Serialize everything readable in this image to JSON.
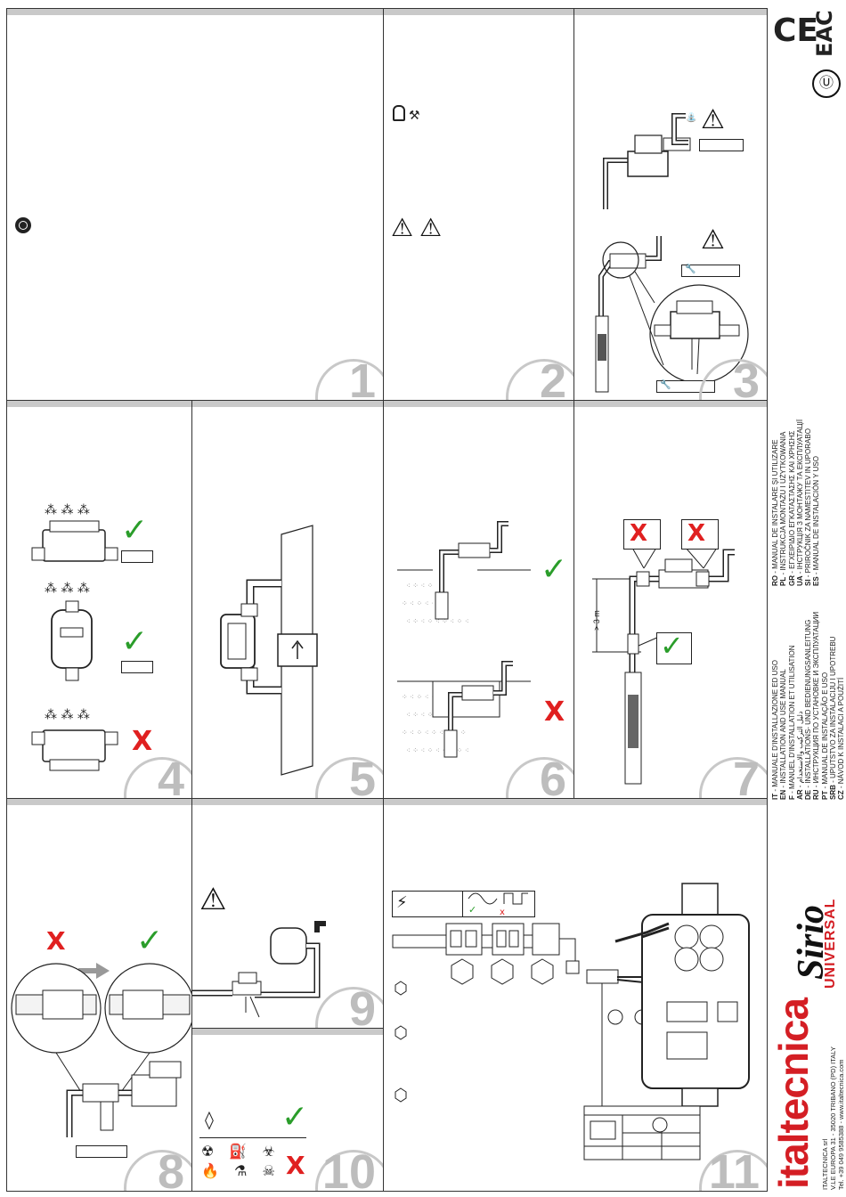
{
  "panels": {
    "p1": {
      "number": "1"
    },
    "p2": {
      "number": "2"
    },
    "p3": {
      "number": "3"
    },
    "p4": {
      "number": "4"
    },
    "p5": {
      "number": "5"
    },
    "p6": {
      "number": "6"
    },
    "p7": {
      "number": "7",
      "distance_label": "> 3 m"
    },
    "p8": {
      "number": "8"
    },
    "p9": {
      "number": "9"
    },
    "p10": {
      "number": "10"
    },
    "p11": {
      "number": "11"
    }
  },
  "symbols": {
    "check": "✓",
    "cross": "X",
    "warning": "⚠",
    "electric": "⚡",
    "drops": "⁂ ⁂ ⁂",
    "drop": "💧",
    "hazards_row1": "☢ ⛽ ☣",
    "hazards_row2": "🔥 ⚗ ☠"
  },
  "brand": {
    "logo": "italtecnica",
    "product": "Sirio",
    "subtitle": "UNIVERSAL",
    "company": "ITALTECNICA srl",
    "address": "V.LE EUROPA 31 - 35020 TRIBANO (PD) ITALY",
    "contact": "Tel. +39 049 9585388  -  www.italtecnica.com"
  },
  "certifications": {
    "ce": "CE",
    "eac": "EAC",
    "ukr": "Ⓤ"
  },
  "languages_col1": [
    {
      "code": "IT",
      "text": " - MANUALE D'INSTALLAZIONE ED USO"
    },
    {
      "code": "EN",
      "text": " - INSTALLATION AND USE MANUAL"
    },
    {
      "code": "F",
      "text": " - MANUEL D'INSTALLATION ET UTILISATION"
    },
    {
      "code": "AR",
      "text": " - دليل التركيب والاستخدام"
    },
    {
      "code": "DE",
      "text": " - INSTALLATIONS- UND BEDIENUNGSANLEITUNG"
    },
    {
      "code": "RU",
      "text": " - ИНСТРУКЦИЯ ПО УСТАНОВКЕ И ЭКСПЛУАТАЦИИ"
    },
    {
      "code": "PT",
      "text": " - MANUAL DE INSTALAÇÃO E USO"
    },
    {
      "code": "SRB",
      "text": " - UPUTSTVO ZA INSTALACIJU I UPOTREBU"
    },
    {
      "code": "CZ",
      "text": " - NÁVOD K INSTALACI A POUŽITÍ"
    }
  ],
  "languages_col2": [
    {
      "code": "RO",
      "text": " - MANUAL DE INSTALARE ŞI UTILIZARE"
    },
    {
      "code": "PL",
      "text": " - INSTRUKCJA MONTAŻU I UŻYTKOWANIA"
    },
    {
      "code": "GR",
      "text": " - ΕΓΧΕΙΡΙΔΙΟ ΕΓΚΑΤΑΣΤΑΣΗΣ ΚΑΙ ΧΡΗΣΗΣ"
    },
    {
      "code": "UA",
      "text": " - ІНСТРУКЦІЯ З МОНТАЖУ ТА ЕКСПЛУАТАЦІЇ"
    },
    {
      "code": "SI",
      "text": " - PRIROČNIK ZA NAMESTITEV IN UPORABO"
    },
    {
      "code": "ES",
      "text": " - MANUAL DE INSTALACIÓN Y USO"
    }
  ]
}
